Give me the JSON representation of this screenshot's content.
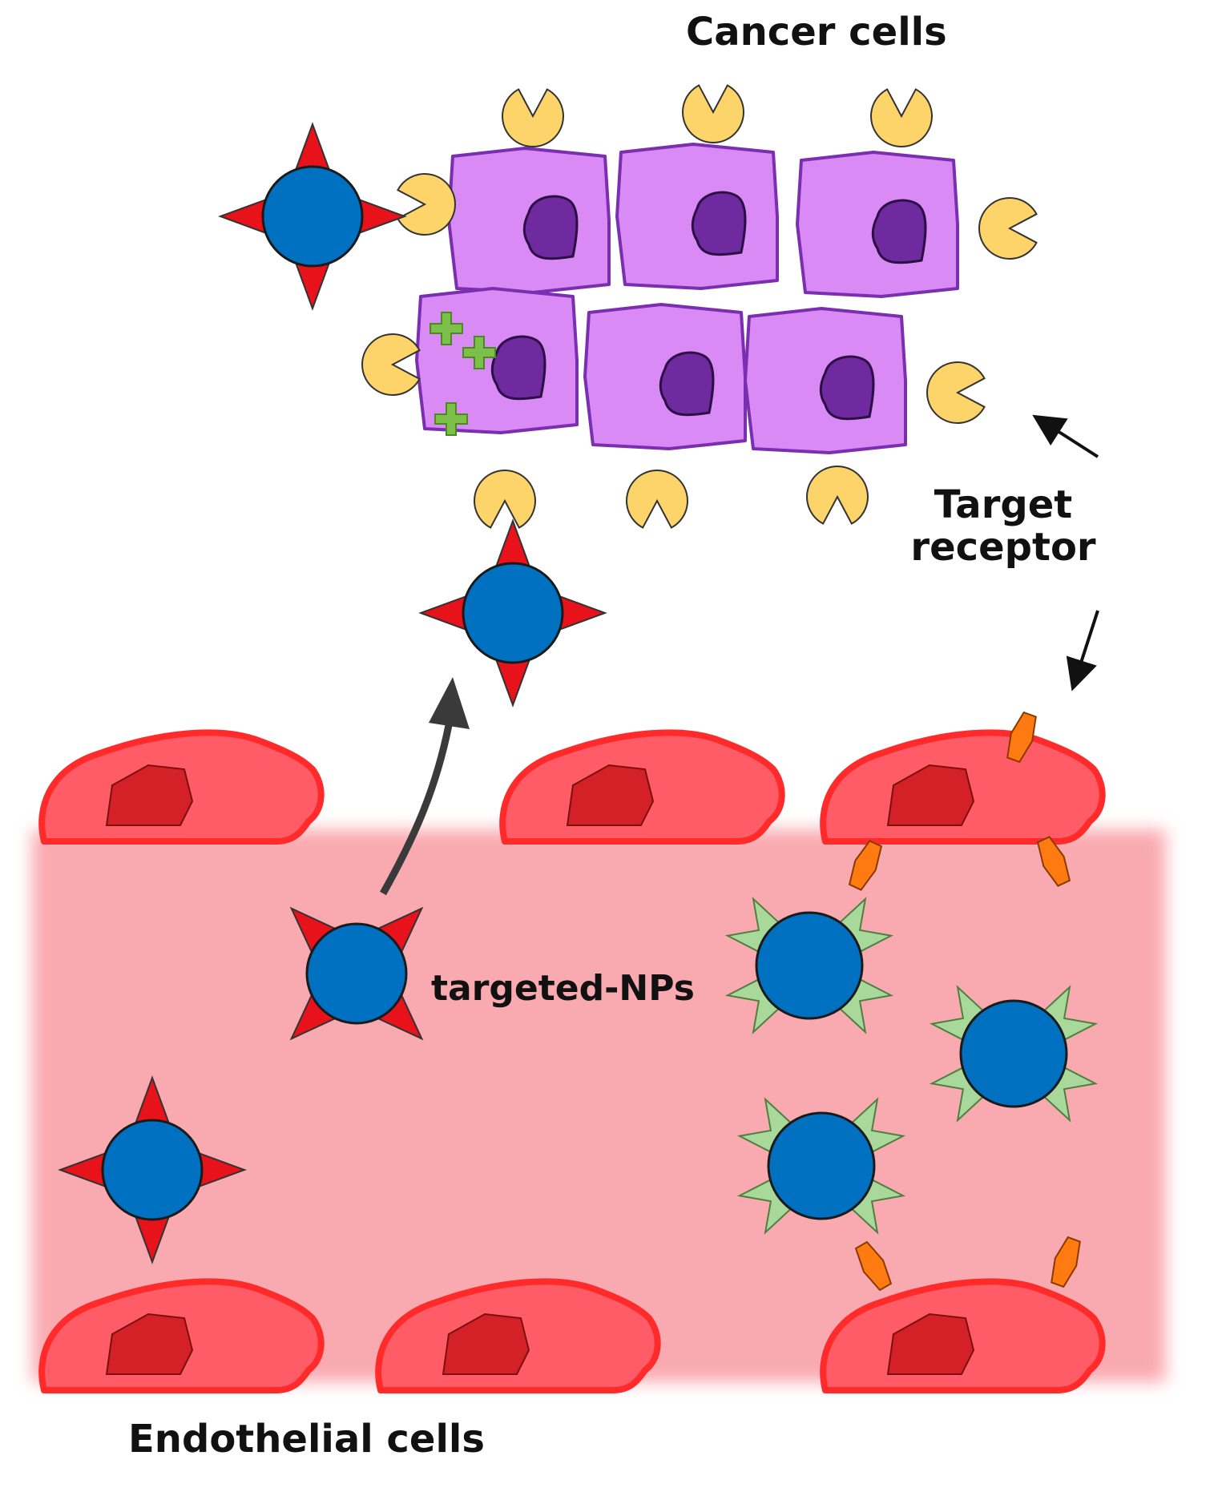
{
  "labels": {
    "cancer_cells": "Cancer cells",
    "target_receptor_line1": "Target",
    "target_receptor_line2": "receptor",
    "targeted_nps": "targeted-NPs",
    "endothelial_cells": "Endothelial cells"
  },
  "colors": {
    "cancer_cell_fill": "#d98af5",
    "cancer_cell_stroke": "#7a2fb0",
    "cancer_nucleus": "#6f2a9f",
    "receptor_yellow": "#fcd46a",
    "nanoparticle": "#0070c0",
    "ligand_red": "#e8121a",
    "ligand_green": "#a9d99a",
    "endothelial_fill": "#ff5c68",
    "endothelial_stroke": "#ff2a2a",
    "endothelial_nucleus": "#d42027",
    "vessel": "#f9aab0",
    "receptor_orange": "#ff7a10",
    "plus_green": "#7cc04a"
  }
}
